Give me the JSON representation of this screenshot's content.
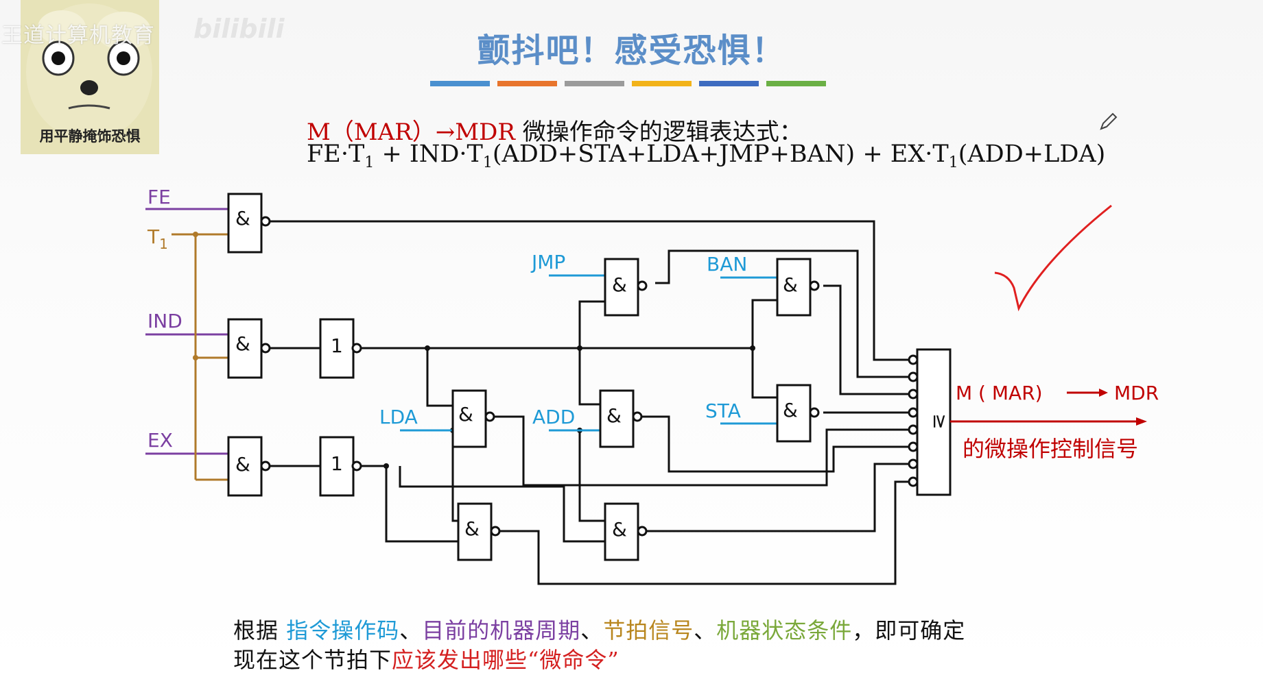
{
  "sticker": {
    "caption": "用平静掩饰恐惧"
  },
  "watermark": {
    "text": "王道计算机教育",
    "logo": "bilibili"
  },
  "title": "颤抖吧！感受恐惧！",
  "color_bars": [
    "#4a90d0",
    "#e8752d",
    "#9b9b9b",
    "#f2b31a",
    "#3e6cc0",
    "#6bb045"
  ],
  "expression": {
    "head_red": "M（MAR）→MDR",
    "head_rest": " 微操作命令的逻辑表达式：",
    "formula_parts": [
      "FE·T",
      "1",
      " + IND·T",
      "1",
      "(ADD+STA+LDA+JMP+BAN) + EX·T",
      "1",
      "(ADD+LDA)"
    ]
  },
  "circuit": {
    "inputs": {
      "fe": "FE",
      "t1": "T",
      "t1_sub": "1",
      "ind": "IND",
      "ex": "EX"
    },
    "opcodes": {
      "jmp": "JMP",
      "ban": "BAN",
      "lda": "LDA",
      "add": "ADD",
      "sta": "STA"
    },
    "gate_symbols": {
      "and": "&",
      "not": "1",
      "or": "≥"
    },
    "output_label": {
      "left": "M ( MAR)",
      "right": "MDR"
    },
    "output_caption": "的微操作控制信号",
    "colors": {
      "purple": "#7b3fa1",
      "brown": "#b07a2a",
      "blue": "#1e9ad6",
      "red": "#c00000"
    }
  },
  "bottom": {
    "line1": [
      {
        "text": "根据 ",
        "cls": ""
      },
      {
        "text": "指令操作码",
        "cls": "cb"
      },
      {
        "text": "、",
        "cls": ""
      },
      {
        "text": "目前的机器周期",
        "cls": "cp"
      },
      {
        "text": "、",
        "cls": ""
      },
      {
        "text": "节拍信号",
        "cls": "co"
      },
      {
        "text": "、",
        "cls": ""
      },
      {
        "text": "机器状态条件",
        "cls": "cg"
      },
      {
        "text": "，即可确定",
        "cls": ""
      }
    ],
    "line2": [
      {
        "text": "现在这个节拍下",
        "cls": ""
      },
      {
        "text": "应该发出哪些“微命令”",
        "cls": "cr"
      }
    ]
  }
}
